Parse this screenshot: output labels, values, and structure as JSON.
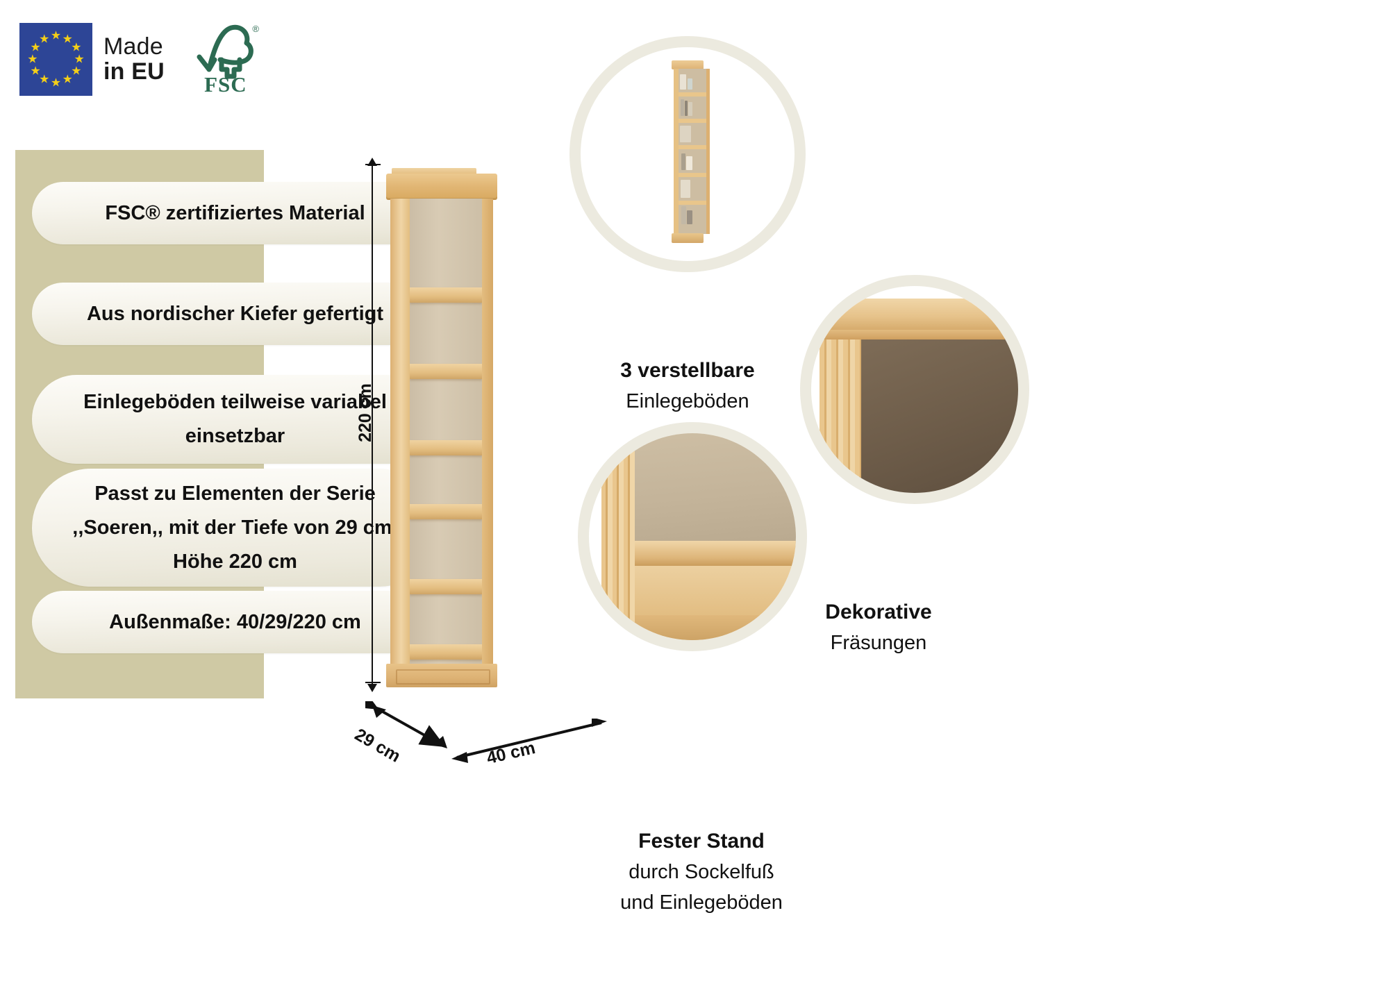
{
  "badges": {
    "eu": {
      "line1": "Made",
      "line2": "in EU",
      "icon": "eu-flag-icon",
      "flag_color": "#2d4596",
      "star_color": "#f4cf18"
    },
    "fsc": {
      "label": "FSC",
      "registered": "®",
      "icon": "fsc-tree-checkmark-icon",
      "color": "#2c6b52"
    }
  },
  "features": {
    "panel_color": "#cfc9a4",
    "items": [
      {
        "lines": [
          "FSC® zertifiziertes Material"
        ]
      },
      {
        "lines": [
          "Aus nordischer Kiefer gefertigt"
        ]
      },
      {
        "lines": [
          "Einlegeböden teilweise variabel",
          "einsetzbar"
        ]
      },
      {
        "lines": [
          "Passt zu Elementen der Serie",
          ",,Soeren,, mit der Tiefe von 29 cm,",
          "Höhe 220 cm"
        ]
      },
      {
        "lines": [
          "Außenmaße: 40/29/220 cm"
        ]
      }
    ]
  },
  "product": {
    "name": "bookcase-soeren",
    "dimensions": {
      "height": "220 cm",
      "depth": "29 cm",
      "width": "40 cm"
    },
    "shelf_count": 6,
    "wood_color": "#e3bd80"
  },
  "callouts": [
    {
      "id": "adjustable-shelves",
      "title": "3 verstellbare",
      "subtitle": "Einlegeböden",
      "image": "tall-narrow-bookcase-with-decor-photo"
    },
    {
      "id": "decorative-milling",
      "title": "Dekorative",
      "subtitle": "Fräsungen",
      "image": "top-corner-milling-detail-photo"
    },
    {
      "id": "stable-stand",
      "title": "Fester Stand",
      "subtitle": "durch Sockelfuß",
      "subtitle2": "und Einlegeböden",
      "image": "plinth-foot-detail-photo"
    }
  ],
  "ring_color": "#eceadf"
}
